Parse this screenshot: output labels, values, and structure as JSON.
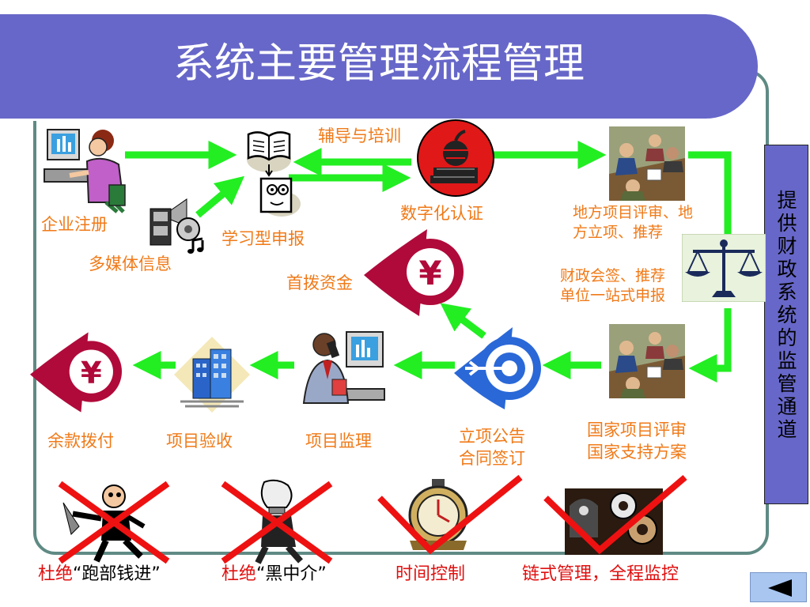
{
  "title": "系统主要管理流程管理",
  "side_panel": {
    "text": "提供财政系统的监管通道"
  },
  "nodes": {
    "enterprise_register": "企业注册",
    "multimedia_info": "多媒体信息",
    "learning_declare": "学习型申报",
    "guidance_training": "辅导与培训",
    "digital_cert": "数字化认证",
    "local_review_line1": "地方项目评审、地",
    "local_review_line2": "方立项、推荐",
    "finance_sign_line1": "财政会签、推荐",
    "finance_sign_line2": "单位一站式申报",
    "first_fund": "首拨资金",
    "national_review_line1": "国家项目评审",
    "national_review_line2": "国家支持方案",
    "announce_line1": "立项公告",
    "announce_line2": "合同签订",
    "monitor": "项目监理",
    "acceptance": "项目验收",
    "balance_pay": "余款拨付"
  },
  "bottom": {
    "item1_prefix": "杜绝",
    "item1_quote": "“跑部钱进”",
    "item2_prefix": "杜绝",
    "item2_quote": "“黑中介”",
    "item3": "时间控制",
    "item4": "链式管理，全程监控"
  },
  "colors": {
    "header": "#6767c9",
    "arrow": "#22ee22",
    "label": "#f07a18",
    "cross": "#ee1111",
    "frame": "#5f8a84"
  }
}
